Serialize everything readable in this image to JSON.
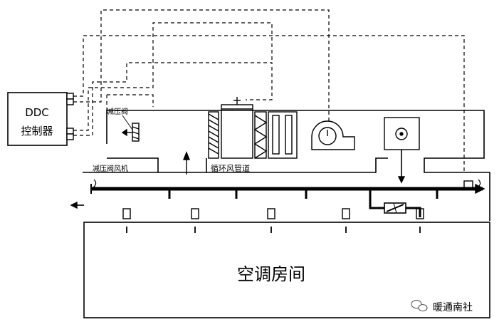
{
  "controller": {
    "line1": "DDC",
    "line2": "控制器"
  },
  "labels": {
    "relief_damper": "减压阀",
    "relief_damper_machine": "减压阀风机",
    "return_duct": "循环风管道",
    "room": "空调房间"
  },
  "watermark": {
    "text": "暖通南社",
    "icon": "wechat-icon"
  },
  "colors": {
    "line": "#000000",
    "background": "#ffffff"
  }
}
